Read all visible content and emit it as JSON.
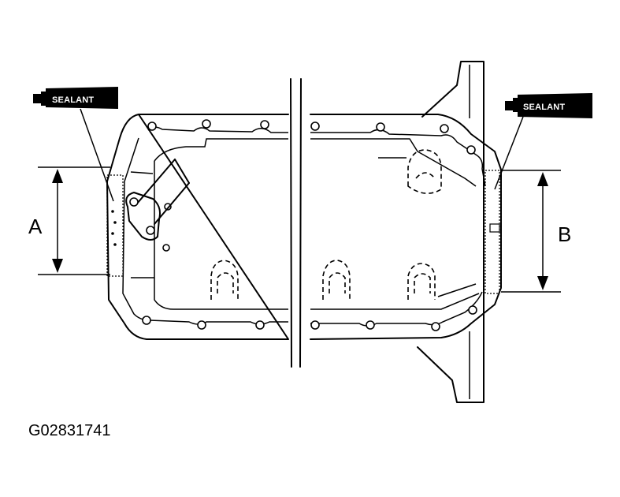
{
  "diagram": {
    "sealant_left_label": "SEALANT",
    "sealant_right_label": "SEALANT",
    "dimension_a_label": "A",
    "dimension_b_label": "B",
    "figure_id": "G02831741"
  }
}
